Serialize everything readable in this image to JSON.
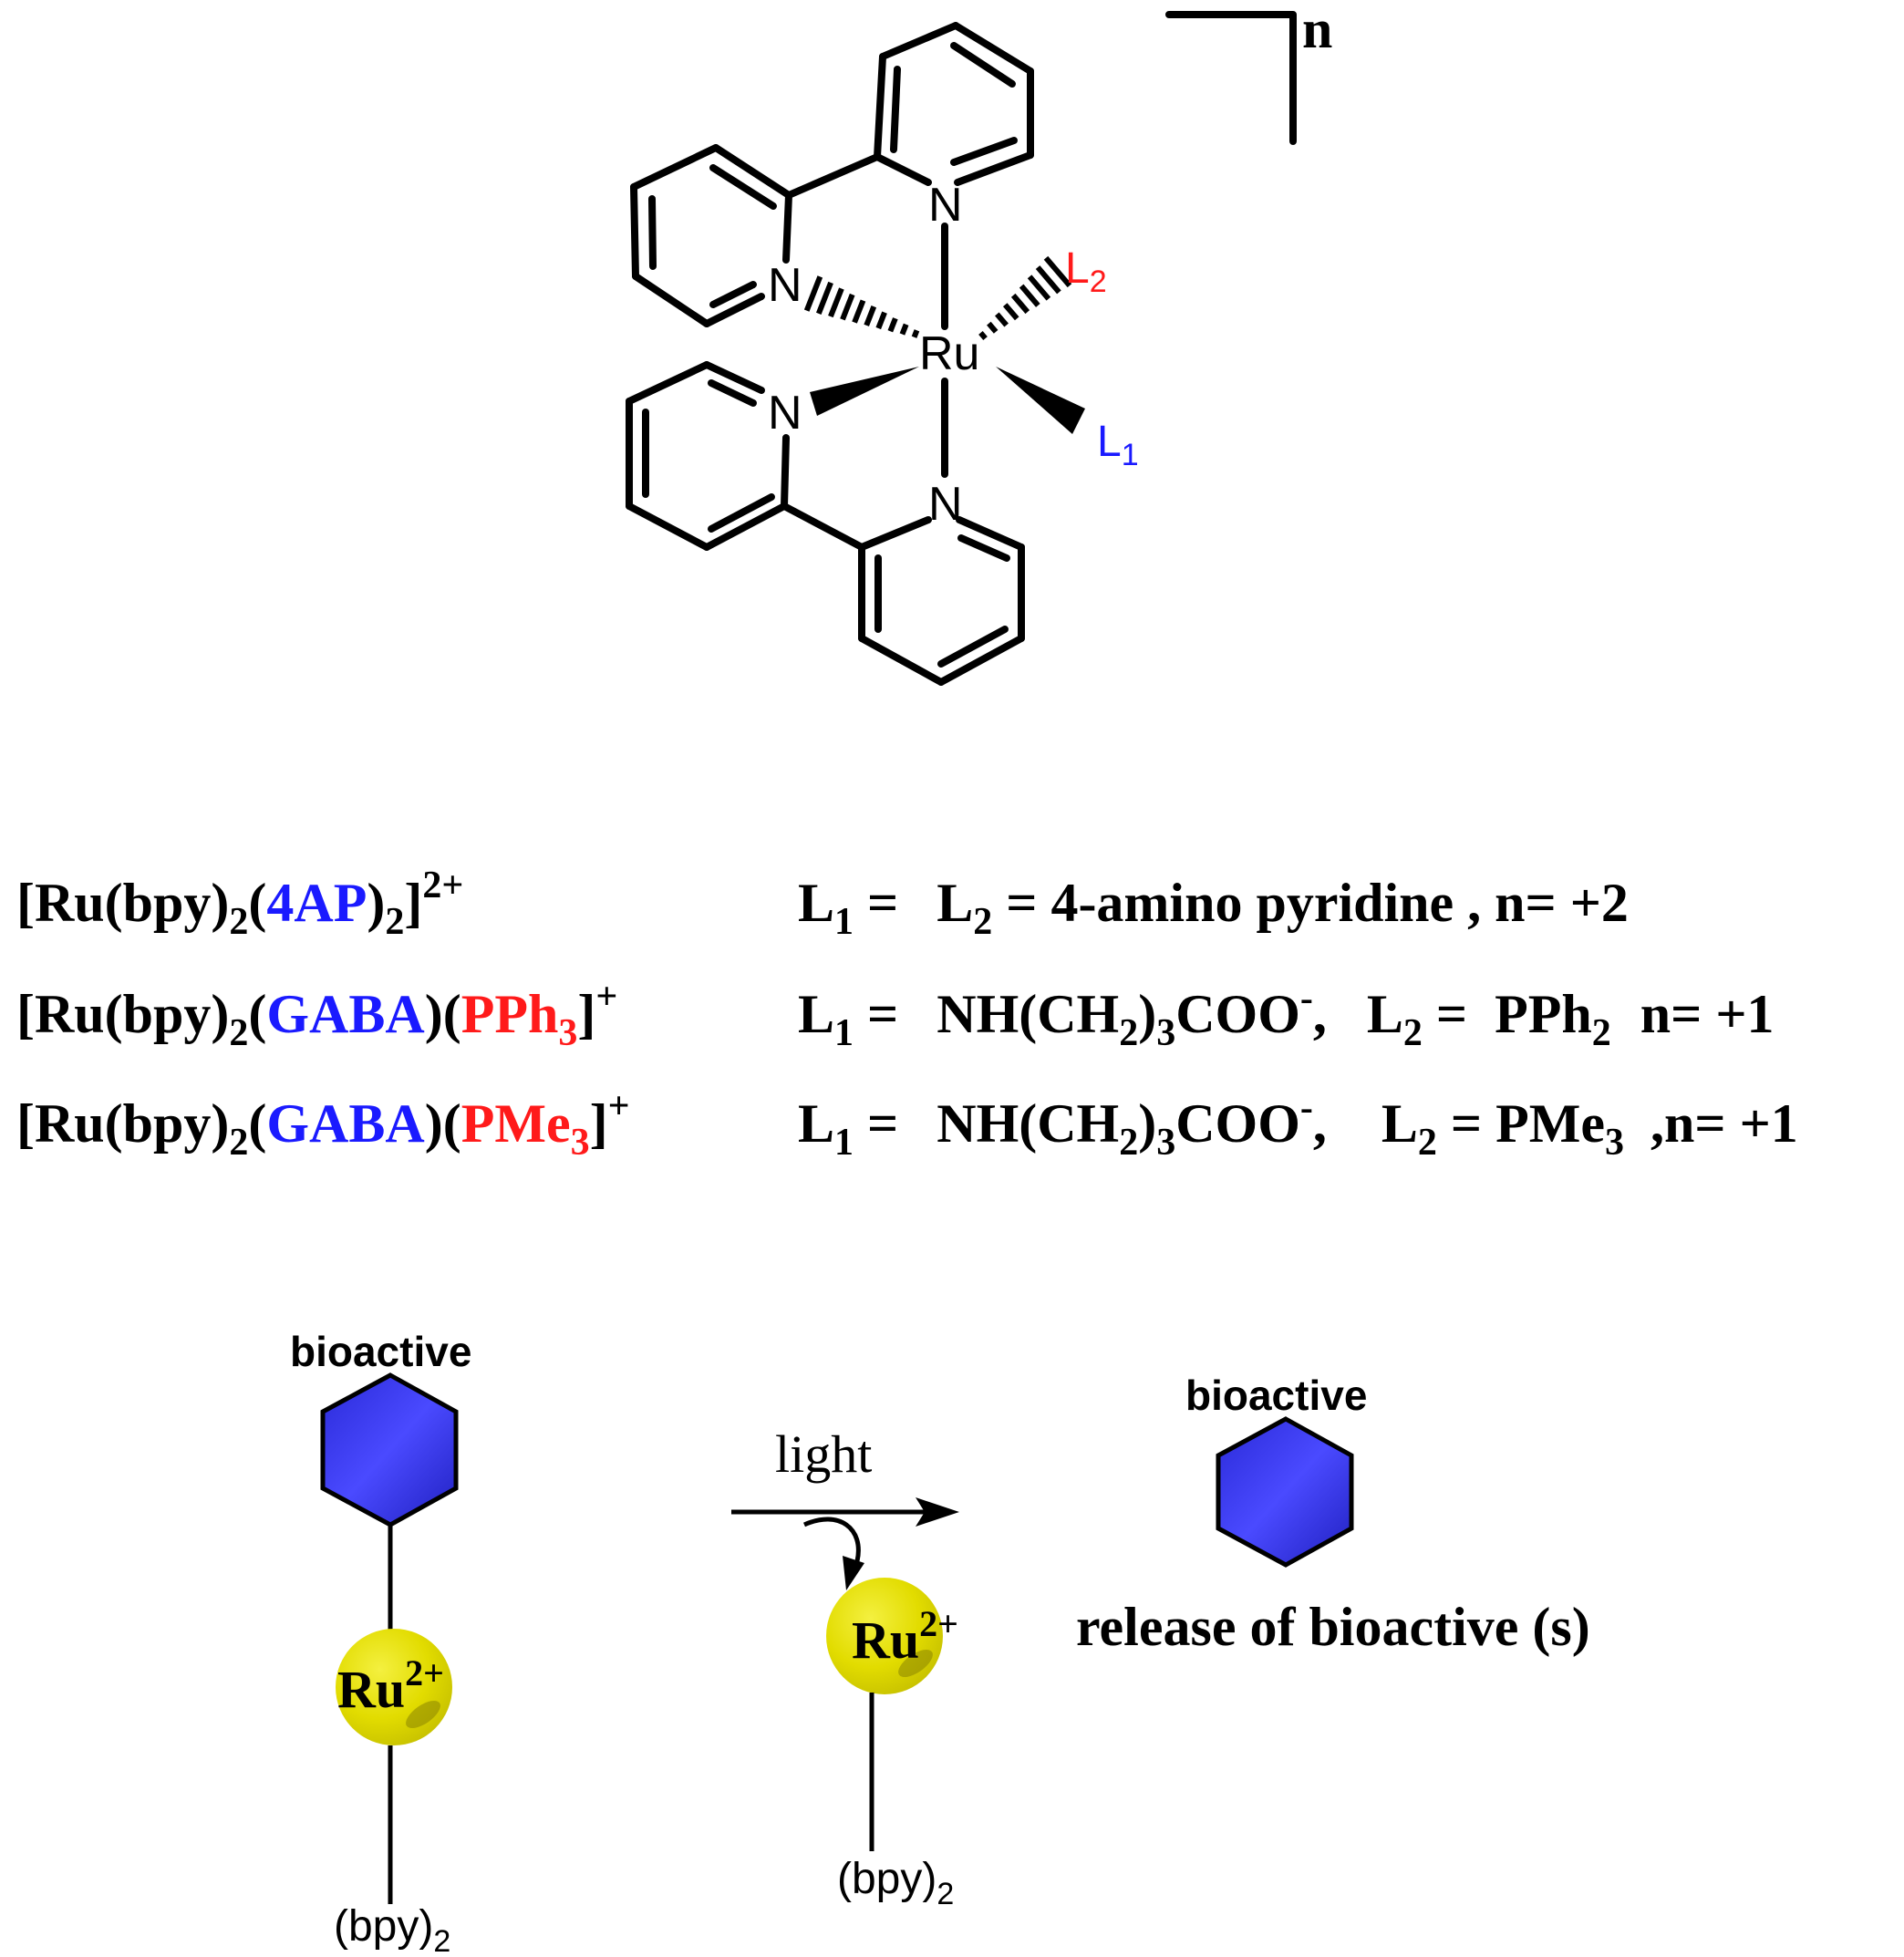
{
  "structure": {
    "metal": "Ru",
    "n_atom": "N",
    "charge_label": "n",
    "ligand_1": {
      "letter": "L",
      "index": "1",
      "color": "#1a1aff"
    },
    "ligand_2": {
      "letter": "L",
      "index": "2",
      "color": "#ff1a1a"
    }
  },
  "complexes": [
    {
      "formula": {
        "open": "[Ru(bpy)",
        "sub1": "2",
        "paren": "(",
        "part1": "4AP",
        "part1_color": "#1a1aff",
        "close1": ")",
        "sub2": "2",
        "tail": "]",
        "sup": "2+"
      },
      "definition": {
        "l1": "L",
        "l1_sub": "1",
        "eq1": " =",
        "l2": "L",
        "l2_sub": "2",
        "rest": " = 4-amino pyridine , n= +2"
      }
    },
    {
      "formula": {
        "open": "[Ru(bpy)",
        "sub1": "2",
        "paren": "(",
        "part1": "GABA",
        "part1_color": "#1a1aff",
        "mid": ")(",
        "part2": "PPh",
        "part2_sub": "3",
        "part2_color": "#ff1a1a",
        "tail": "]",
        "sup": "+"
      },
      "definition": {
        "l1": "L",
        "l1_sub": "1",
        "eq1": " =",
        "nh": "NH(CH",
        "nh_sub1": "2",
        "nh_mid": ")",
        "nh_sub2": "3",
        "coo": "COO",
        "coo_sup": "-",
        "comma": ",",
        "l2": "L",
        "l2_sub": "2",
        "eq2": " =",
        "p": "PPh",
        "p_sub": "2",
        "n": "n= +1"
      }
    },
    {
      "formula": {
        "open": "[Ru(bpy)",
        "sub1": "2",
        "paren": "(",
        "part1": "GABA",
        "part1_color": "#1a1aff",
        "mid": ")(",
        "part2": "PMe",
        "part2_sub": "3",
        "part2_color": "#ff1a1a",
        "tail": "]",
        "sup": "+"
      },
      "definition": {
        "l1": "L",
        "l1_sub": "1",
        "eq1": " =",
        "nh": "NH(CH",
        "nh_sub1": "2",
        "nh_mid": ")",
        "nh_sub2": "3",
        "coo": "COO",
        "coo_sup": "-",
        "comma": ",",
        "l2": "L",
        "l2_sub": "2",
        "eq2": " = PMe",
        "p_sub": "3",
        "n": " ,n= +1"
      }
    }
  ],
  "scheme": {
    "bioactive_label": "bioactive",
    "ru_label": "Ru",
    "ru_sup": "2+",
    "bpy_label": "(bpy)",
    "bpy_sub": "2",
    "arrow_label": "light",
    "release_label": "release of bioactive (s)",
    "hexagon_color": "#3030e0",
    "sphere_color": "#e6e000"
  }
}
